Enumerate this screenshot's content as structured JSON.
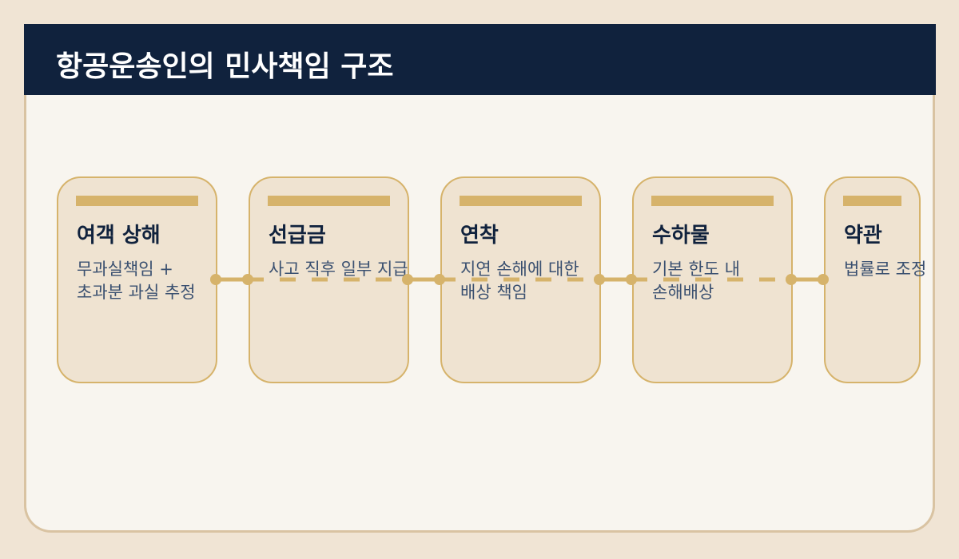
{
  "title": "항공운송인의 민사책임 구조",
  "colors": {
    "header": "#10223d",
    "accent": "#d6b36b",
    "card_fill": "#efe3d1",
    "text": "#3a5070"
  },
  "cards": [
    {
      "title": "여객 상해",
      "desc": "무과실책임 +\n초과분 과실 추정"
    },
    {
      "title": "선급금",
      "desc": "사고 직후 일부 지급"
    },
    {
      "title": "연착",
      "desc": "지연 손해에 대한\n배상 책임"
    },
    {
      "title": "수하물",
      "desc": "기본 한도 내\n손해배상"
    },
    {
      "title": "약관",
      "desc": "법률로 조정"
    }
  ]
}
